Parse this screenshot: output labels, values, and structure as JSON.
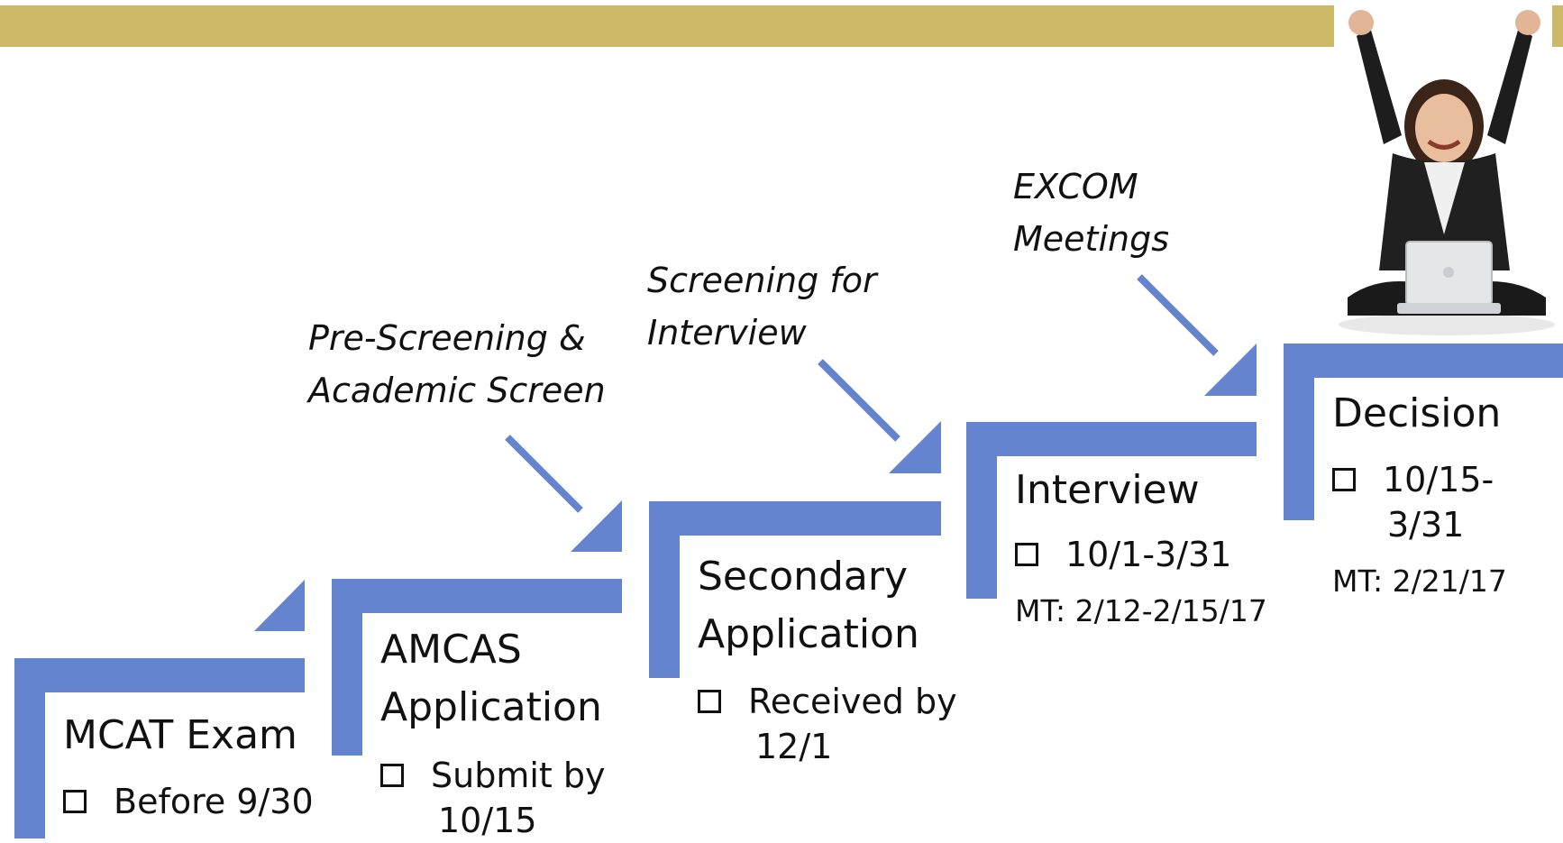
{
  "colors": {
    "bar": "#ccb866",
    "step": "#6584d0"
  },
  "steps": [
    {
      "title": [
        "MCAT Exam"
      ],
      "bullets": [
        "Before 9/30"
      ],
      "mt": ""
    },
    {
      "title": [
        "AMCAS",
        "Application"
      ],
      "bullets": [
        "Submit by",
        "10/15"
      ],
      "mt": ""
    },
    {
      "title": [
        "Secondary",
        "Application"
      ],
      "bullets": [
        "Received by",
        "12/1"
      ],
      "mt": ""
    },
    {
      "title": [
        "Interview"
      ],
      "bullets": [
        "10/1-3/31"
      ],
      "mt": "MT: 2/12-2/15/17"
    },
    {
      "title": [
        "Decision"
      ],
      "bullets": [
        "10/15-",
        "3/31"
      ],
      "mt": "MT: 2/21/17"
    }
  ],
  "notes": {
    "pre_screening": [
      "Pre-Screening &",
      "Academic Screen"
    ],
    "screening_interview": [
      "Screening for",
      "Interview"
    ],
    "excom": [
      "EXCOM",
      "Meetings"
    ]
  },
  "image": {
    "icon": "celebrating-person-with-laptop"
  }
}
